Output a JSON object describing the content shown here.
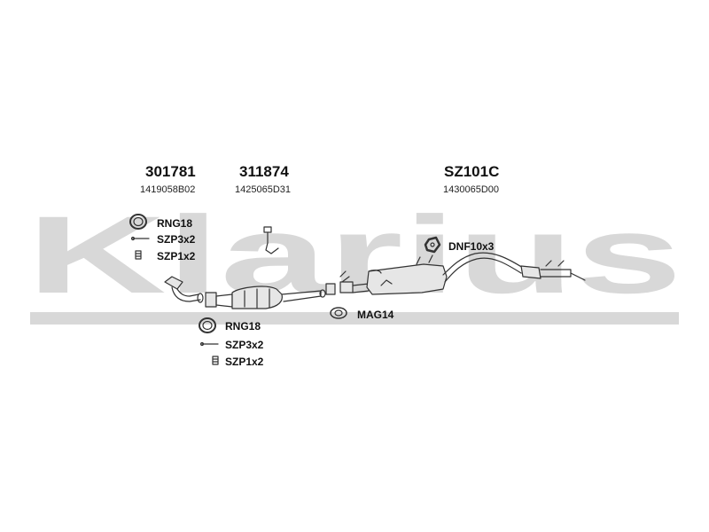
{
  "watermark": {
    "text": "Klarius",
    "color": "#d8d8d8"
  },
  "parts": [
    {
      "part_number": "301781",
      "oe_number": "1419058B02"
    },
    {
      "part_number": "311874",
      "oe_number": "1425065D31"
    },
    {
      "part_number": "SZ101C",
      "oe_number": "1430065D00"
    }
  ],
  "fittings": {
    "front_kit": {
      "ring": "RNG18",
      "spring": "SZP3x2",
      "bolt": "SZP1x2"
    },
    "mid_kit": {
      "ring": "RNG18",
      "spring": "SZP3x2",
      "bolt": "SZP1x2"
    },
    "mounting_rubber": "DNF10x3",
    "gasket": "MAG14"
  },
  "colors": {
    "line": "#333333",
    "fill": "#e6e6e6"
  }
}
